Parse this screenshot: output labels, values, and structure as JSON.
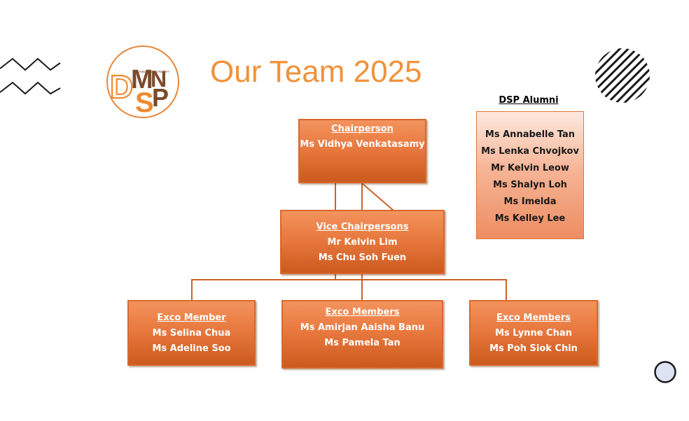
{
  "title": "Our Team 2025",
  "logo": {
    "letters": [
      "D",
      "M",
      "N",
      "S",
      "P"
    ],
    "small_text": "DUNMAN SECONDARY",
    "colors": {
      "orange": "#ee8a2f",
      "brown": "#7b4a2a"
    }
  },
  "chair": {
    "heading": "Chairperson",
    "names": [
      "Ms Vidhya Venkatasamy"
    ]
  },
  "vice": {
    "heading": "Vice Chairpersons",
    "names": [
      "Mr Kelvin Lim",
      "Ms Chu Soh Fuen"
    ]
  },
  "exco": [
    {
      "heading": "Exco Member",
      "names": [
        "Ms Selina Chua",
        "Ms Adeline Soo"
      ]
    },
    {
      "heading": "Exco Members",
      "names": [
        "Ms Amirjan Aaisha Banu",
        "Ms Pamela Tan"
      ]
    },
    {
      "heading": "Exco Members",
      "names": [
        "Ms Lynne Chan",
        "Ms Poh Siok Chin"
      ]
    }
  ],
  "alumni": {
    "heading": "DSP Alumni",
    "names": [
      "Ms Annabelle Tan",
      "Ms Lenka Chvojkov",
      "Mr Kelvin Leow",
      "Ms Shalyn Loh",
      "Ms Imelda",
      "Ms Kelley Lee"
    ]
  },
  "colors": {
    "title": "#f0923a",
    "box_top": "#f3935d",
    "box_bottom": "#cc5a1e",
    "connector": "#c8632a"
  }
}
